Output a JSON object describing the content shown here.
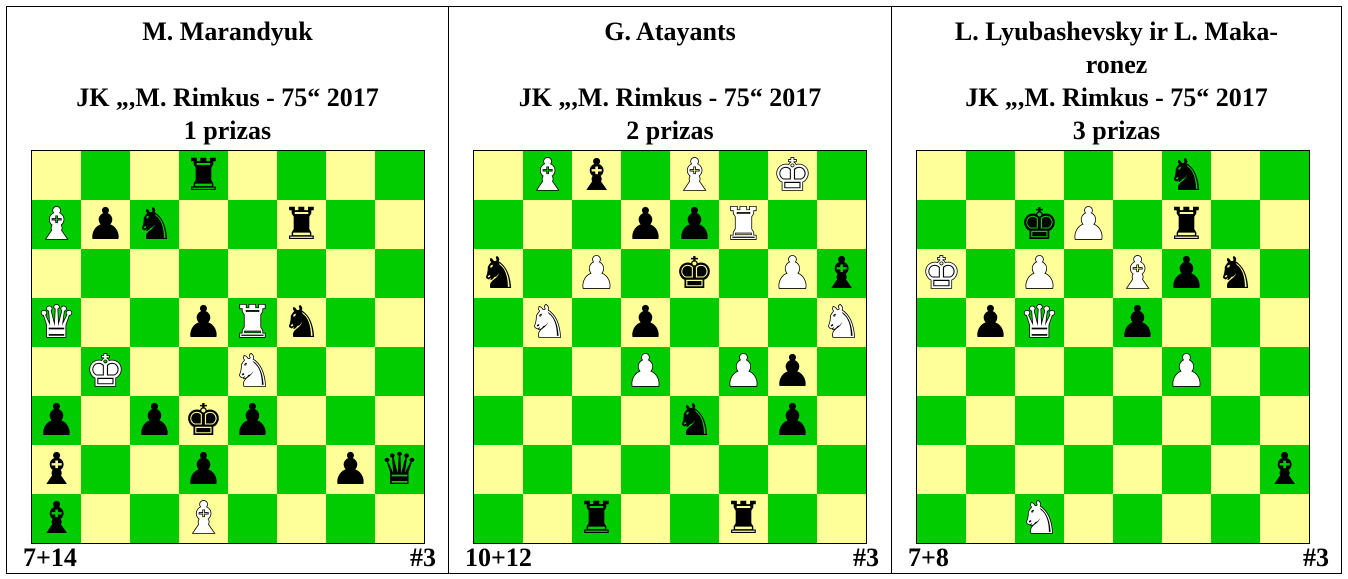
{
  "problems": [
    {
      "heading": [
        "M. Marandyuk",
        "",
        "JK „,M. Rimkus - 75“ 2017",
        "1 prizas"
      ],
      "count": "7+14",
      "stipulation": "#3",
      "pieces": [
        "3r4",
        "Bpn2r2",
        "8",
        "Q2pRn2",
        "1K2N3",
        "p1pkp3",
        "b2p2pq",
        "b2B4"
      ]
    },
    {
      "heading": [
        "G. Atayants",
        "",
        "JK „,M. Rimkus - 75“ 2017",
        "2 prizas"
      ],
      "count": "10+12",
      "stipulation": "#3",
      "pieces": [
        "1Bb1B1K1",
        "3ppR2",
        "n1P1k1Pb",
        "1N1p3N",
        "3P1Pp1",
        "4n1p1",
        "8",
        "2r2r2"
      ]
    },
    {
      "heading": [
        "L. Lyubashevsky ir L. Maka-",
        "ronez",
        "JK „,M. Rimkus - 75“ 2017",
        "3 prizas"
      ],
      "count": "7+8",
      "stipulation": "#3",
      "pieces": [
        "5n2",
        "2kP1r2",
        "K1P1Bpn1",
        "1pQ1p3",
        "5P2",
        "8",
        "7b",
        "2N5"
      ]
    }
  ],
  "colors": {
    "light_square": "#ffff99",
    "dark_square": "#00cc00"
  }
}
